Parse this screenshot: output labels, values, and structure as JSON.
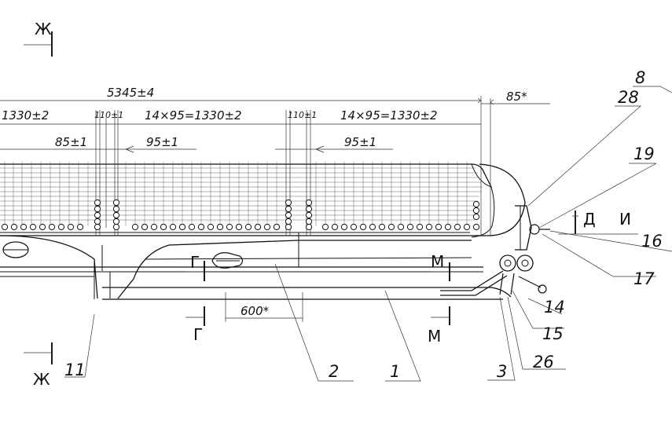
{
  "dimensions": {
    "overall": "5345±4",
    "offset_end": "85*",
    "pitch_left": "1330±2",
    "pitch_mid": "14×95=1330±2",
    "pitch_right": "14×95=1330±2",
    "gap_a": "110±1",
    "gap_b": "110±1",
    "sub_85": "85±1",
    "sub_95_a": "95±1",
    "sub_95_b": "95±1",
    "length_600": "600*"
  },
  "section_marks": {
    "zh_top": "Ж",
    "zh_bottom": "Ж",
    "g_left": "Г",
    "g_bottom": "Г",
    "m_left": "М",
    "m_bottom": "М",
    "d": "Д",
    "i": "И"
  },
  "callouts": [
    "8",
    "28",
    "19",
    "16",
    "17",
    "14",
    "15",
    "26",
    "3",
    "1",
    "2",
    "11"
  ]
}
